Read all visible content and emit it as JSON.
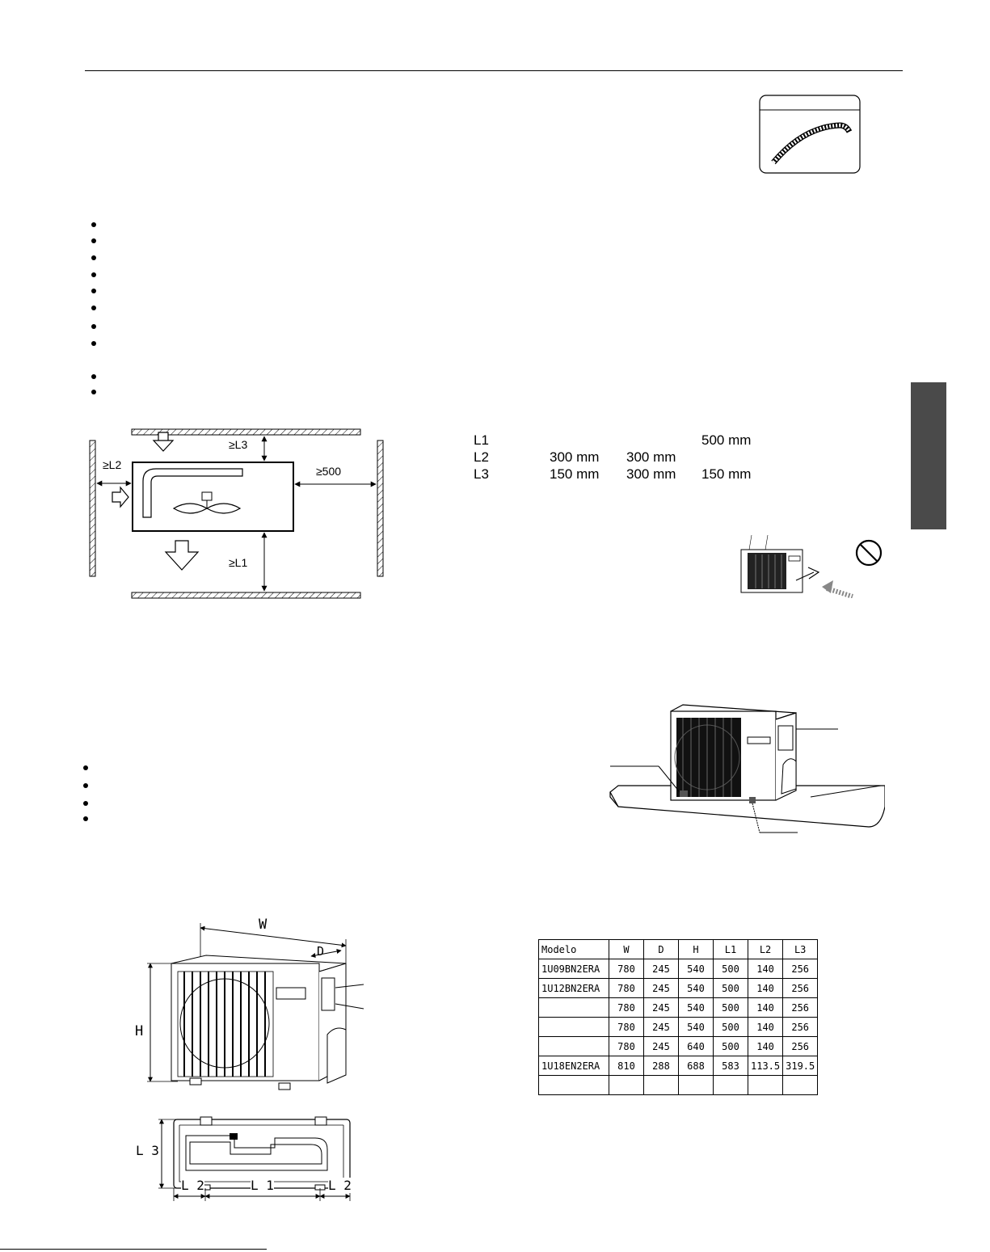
{
  "clearance": {
    "labels": {
      "l1": "≥L1",
      "l2": "≥L2",
      "l3": "≥L3",
      "right": "≥500"
    },
    "rows": [
      {
        "name": "L1",
        "v1": "",
        "v2": "",
        "v3": "500 mm"
      },
      {
        "name": "L2",
        "v1": "300 mm",
        "v2": "300 mm",
        "v3": ""
      },
      {
        "name": "L3",
        "v1": "150 mm",
        "v2": "300 mm",
        "v3": "150 mm"
      }
    ]
  },
  "dimension_labels": {
    "w": "W",
    "d": "D",
    "h": "H",
    "l1": "L 1",
    "l2a": "L 2",
    "l2b": "L 2",
    "l3": "L 3"
  },
  "spec_table": {
    "headers": [
      "Modelo",
      "W",
      "D",
      "H",
      "L1",
      "L2",
      "L3"
    ],
    "rows": [
      [
        "1U09BN2ERA",
        "780",
        "245",
        "540",
        "500",
        "140",
        "256"
      ],
      [
        "1U12BN2ERA",
        "780",
        "245",
        "540",
        "500",
        "140",
        "256"
      ],
      [
        "",
        "780",
        "245",
        "540",
        "500",
        "140",
        "256"
      ],
      [
        "",
        "780",
        "245",
        "540",
        "500",
        "140",
        "256"
      ],
      [
        "",
        "780",
        "245",
        "640",
        "500",
        "140",
        "256"
      ],
      [
        "1U18EN2ERA",
        "810",
        "288",
        "688",
        "583",
        "113.5",
        "319.5"
      ],
      [
        "",
        "",
        "",
        "",
        "",
        "",
        ""
      ]
    ]
  },
  "colors": {
    "side_tab": "#4a4a4a",
    "text": "#000000"
  },
  "icons": [
    "drain-hose-icon",
    "prohibited-icon",
    "outdoor-unit-icon",
    "fan-icon",
    "airflow-arrow-icon"
  ]
}
